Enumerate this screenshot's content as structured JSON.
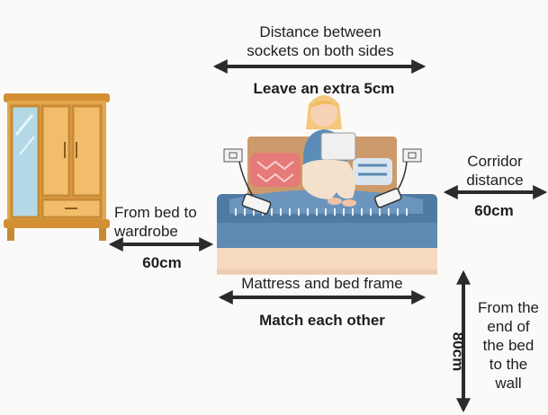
{
  "top": {
    "line1": "Distance between",
    "line2": "sockets on both sides",
    "note": "Leave an extra 5cm"
  },
  "corridor": {
    "line1": "Corridor",
    "line2": "distance",
    "value": "60cm"
  },
  "wardrobe_gap": {
    "line1": "From bed to",
    "line2": "wardrobe",
    "value": "60cm"
  },
  "mattress": {
    "label": "Mattress and bed frame",
    "note": "Match each other"
  },
  "end_wall": {
    "value": "80cm",
    "line1": "From the",
    "line2": "end of",
    "line3": "the bed",
    "line4": "to the",
    "line5": "wall"
  },
  "colors": {
    "arrow": "#2b2b2b",
    "wardrobe": "#e3a64a",
    "bed_blue": "#5a84ac",
    "headboard": "#cc9a6b"
  },
  "icons": [
    "wardrobe-illustration",
    "bed-illustration",
    "woman-with-laptop-illustration",
    "socket-icon",
    "phone-icon",
    "double-arrow-icon"
  ]
}
